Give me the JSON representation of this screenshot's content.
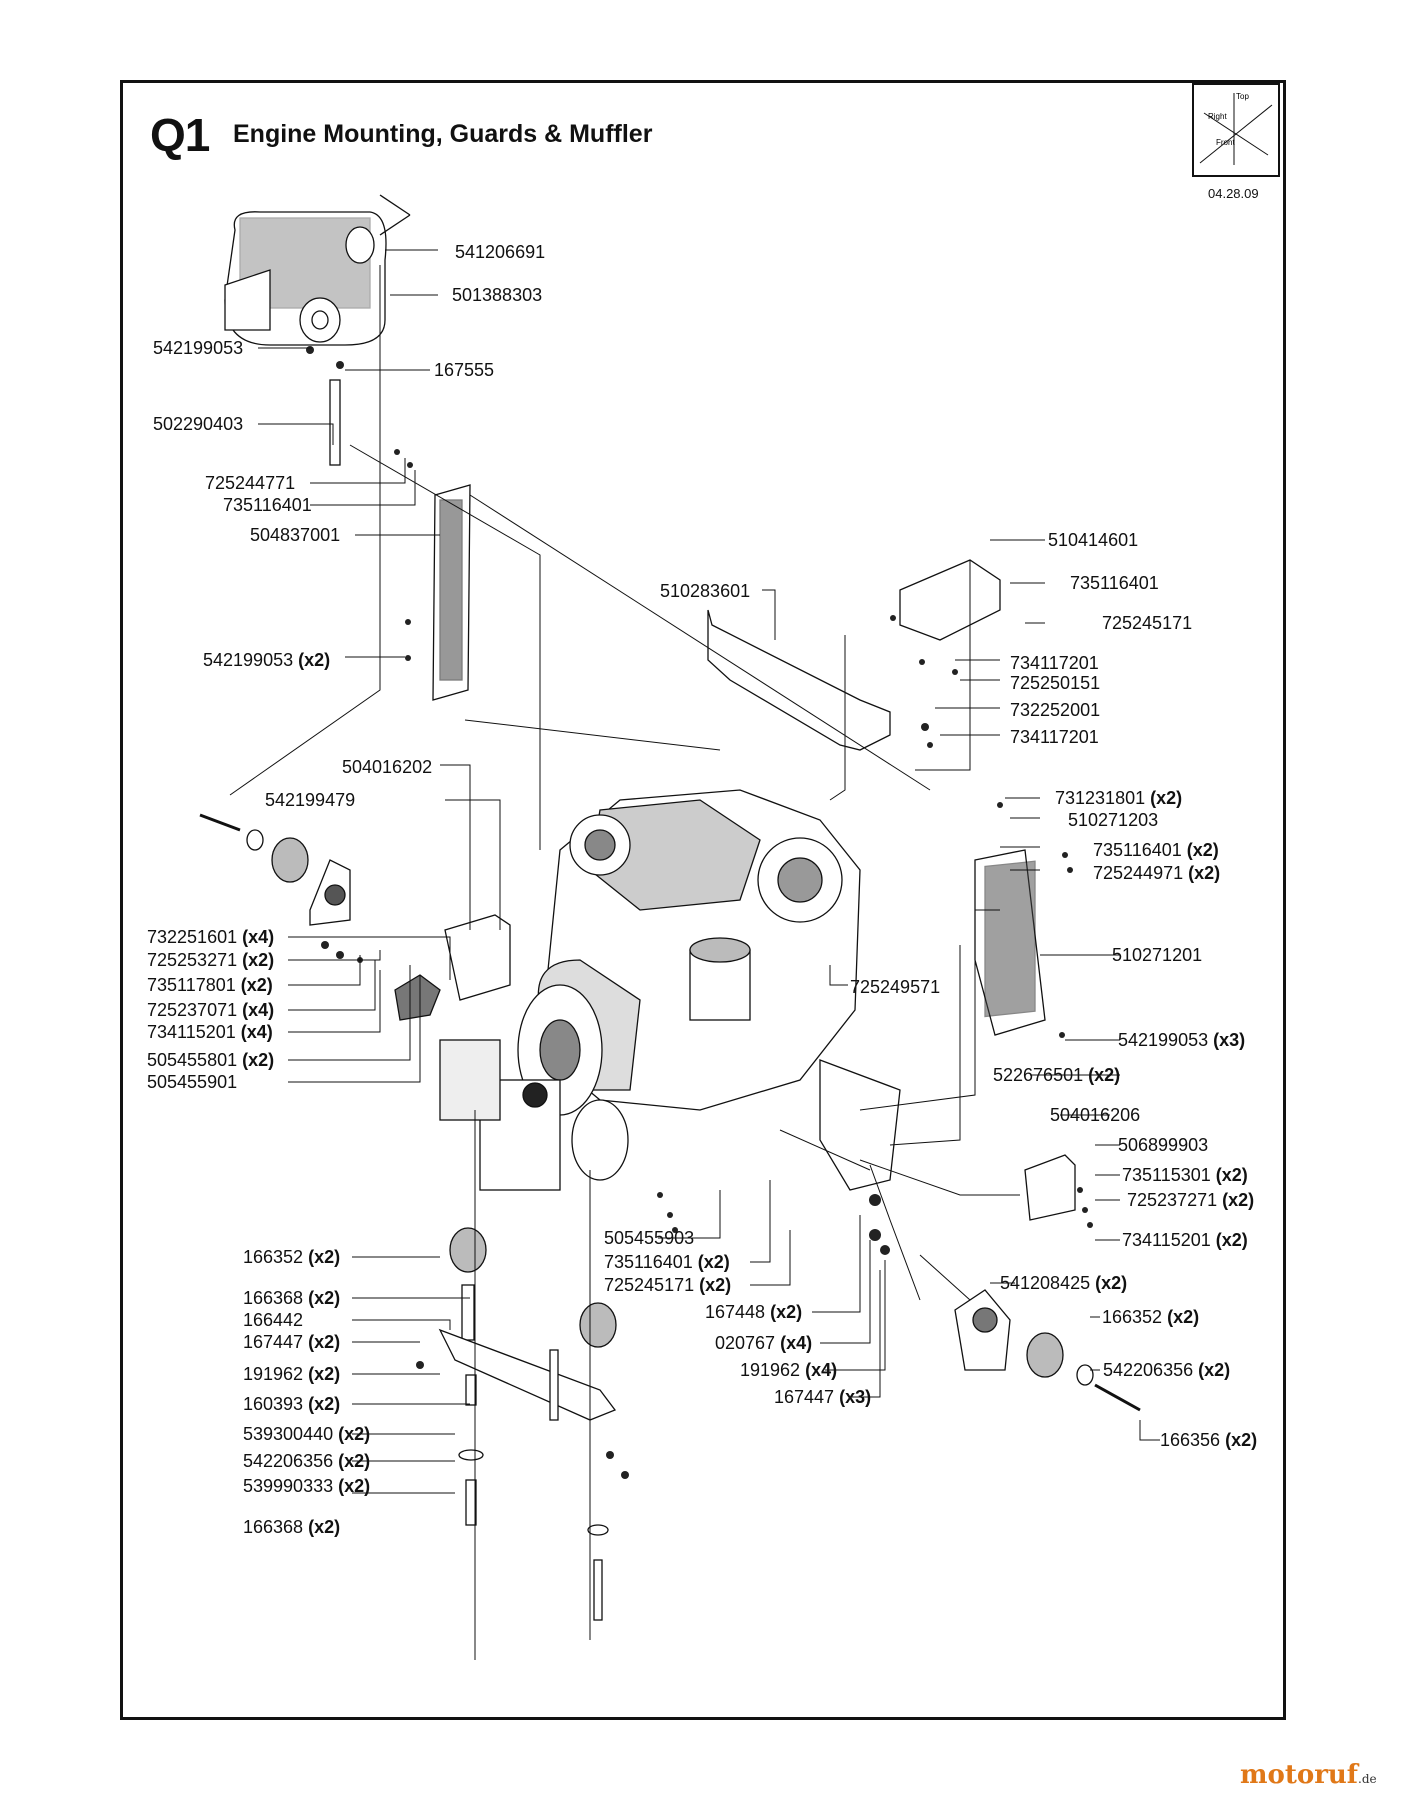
{
  "header": {
    "code": "Q1",
    "title": "Engine Mounting, Guards & Muffler",
    "date": "04.28.09"
  },
  "orientation": {
    "top": "Top",
    "right": "Right",
    "front": "Front"
  },
  "labels": [
    {
      "id": "l1",
      "part": "541206691",
      "qty": ""
    },
    {
      "id": "l2",
      "part": "501388303",
      "qty": ""
    },
    {
      "id": "l3",
      "part": "542199053",
      "qty": ""
    },
    {
      "id": "l4",
      "part": "167555",
      "qty": ""
    },
    {
      "id": "l5",
      "part": "502290403",
      "qty": ""
    },
    {
      "id": "l6",
      "part": "725244771",
      "qty": ""
    },
    {
      "id": "l7",
      "part": "735116401",
      "qty": ""
    },
    {
      "id": "l8",
      "part": "504837001",
      "qty": ""
    },
    {
      "id": "l9",
      "part": "510414601",
      "qty": ""
    },
    {
      "id": "l10",
      "part": "735116401",
      "qty": ""
    },
    {
      "id": "l11",
      "part": "510283601",
      "qty": ""
    },
    {
      "id": "l12",
      "part": "725245171",
      "qty": ""
    },
    {
      "id": "l13",
      "part": "542199053",
      "qty": "(x2)"
    },
    {
      "id": "l14",
      "part": "734117201",
      "qty": ""
    },
    {
      "id": "l15",
      "part": "725250151",
      "qty": ""
    },
    {
      "id": "l16",
      "part": "732252001",
      "qty": ""
    },
    {
      "id": "l17",
      "part": "734117201",
      "qty": ""
    },
    {
      "id": "l18",
      "part": "504016202",
      "qty": ""
    },
    {
      "id": "l19",
      "part": "542199479",
      "qty": ""
    },
    {
      "id": "l20",
      "part": "731231801",
      "qty": "(x2)"
    },
    {
      "id": "l21",
      "part": "510271203",
      "qty": ""
    },
    {
      "id": "l22",
      "part": "735116401",
      "qty": "(x2)"
    },
    {
      "id": "l23",
      "part": "725244971",
      "qty": "(x2)"
    },
    {
      "id": "l24",
      "part": "732251601",
      "qty": "(x4)"
    },
    {
      "id": "l25",
      "part": "725253271",
      "qty": "(x2)"
    },
    {
      "id": "l26",
      "part": "510271201",
      "qty": ""
    },
    {
      "id": "l27",
      "part": "735117801",
      "qty": "(x2)"
    },
    {
      "id": "l28",
      "part": "725249571",
      "qty": ""
    },
    {
      "id": "l29",
      "part": "725237071",
      "qty": "(x4)"
    },
    {
      "id": "l30",
      "part": "734115201",
      "qty": "(x4)"
    },
    {
      "id": "l31",
      "part": "542199053",
      "qty": "(x3)"
    },
    {
      "id": "l32",
      "part": "505455801",
      "qty": "(x2)"
    },
    {
      "id": "l33",
      "part": "522676501",
      "qty": "(x2)"
    },
    {
      "id": "l34",
      "part": "505455901",
      "qty": ""
    },
    {
      "id": "l35",
      "part": "504016206",
      "qty": ""
    },
    {
      "id": "l36",
      "part": "506899903",
      "qty": ""
    },
    {
      "id": "l37",
      "part": "735115301",
      "qty": "(x2)"
    },
    {
      "id": "l38",
      "part": "725237271",
      "qty": "(x2)"
    },
    {
      "id": "l39",
      "part": "505455903",
      "qty": ""
    },
    {
      "id": "l40",
      "part": "734115201",
      "qty": "(x2)"
    },
    {
      "id": "l41",
      "part": "166352",
      "qty": "(x2)"
    },
    {
      "id": "l42",
      "part": "735116401",
      "qty": "(x2)"
    },
    {
      "id": "l43",
      "part": "725245171",
      "qty": "(x2)"
    },
    {
      "id": "l44",
      "part": "541208425",
      "qty": "(x2)"
    },
    {
      "id": "l45",
      "part": "166368",
      "qty": "(x2)"
    },
    {
      "id": "l46",
      "part": "167448",
      "qty": "(x2)"
    },
    {
      "id": "l47",
      "part": "166352",
      "qty": "(x2)"
    },
    {
      "id": "l48",
      "part": "166442",
      "qty": ""
    },
    {
      "id": "l49",
      "part": "167447",
      "qty": "(x2)"
    },
    {
      "id": "l50",
      "part": "020767",
      "qty": "(x4)"
    },
    {
      "id": "l51",
      "part": "191962",
      "qty": "(x2)"
    },
    {
      "id": "l52",
      "part": "191962",
      "qty": "(x4)"
    },
    {
      "id": "l53",
      "part": "542206356",
      "qty": "(x2)"
    },
    {
      "id": "l54",
      "part": "160393",
      "qty": "(x2)"
    },
    {
      "id": "l55",
      "part": "167447",
      "qty": "(x3)"
    },
    {
      "id": "l56",
      "part": "539300440",
      "qty": "(x2)"
    },
    {
      "id": "l57",
      "part": "166356",
      "qty": "(x2)"
    },
    {
      "id": "l58",
      "part": "542206356",
      "qty": "(x2)"
    },
    {
      "id": "l59",
      "part": "539990333",
      "qty": "(x2)"
    },
    {
      "id": "l60",
      "part": "166368",
      "qty": "(x2)"
    }
  ],
  "brand": {
    "name": "motoruf",
    "tld": ".de"
  }
}
